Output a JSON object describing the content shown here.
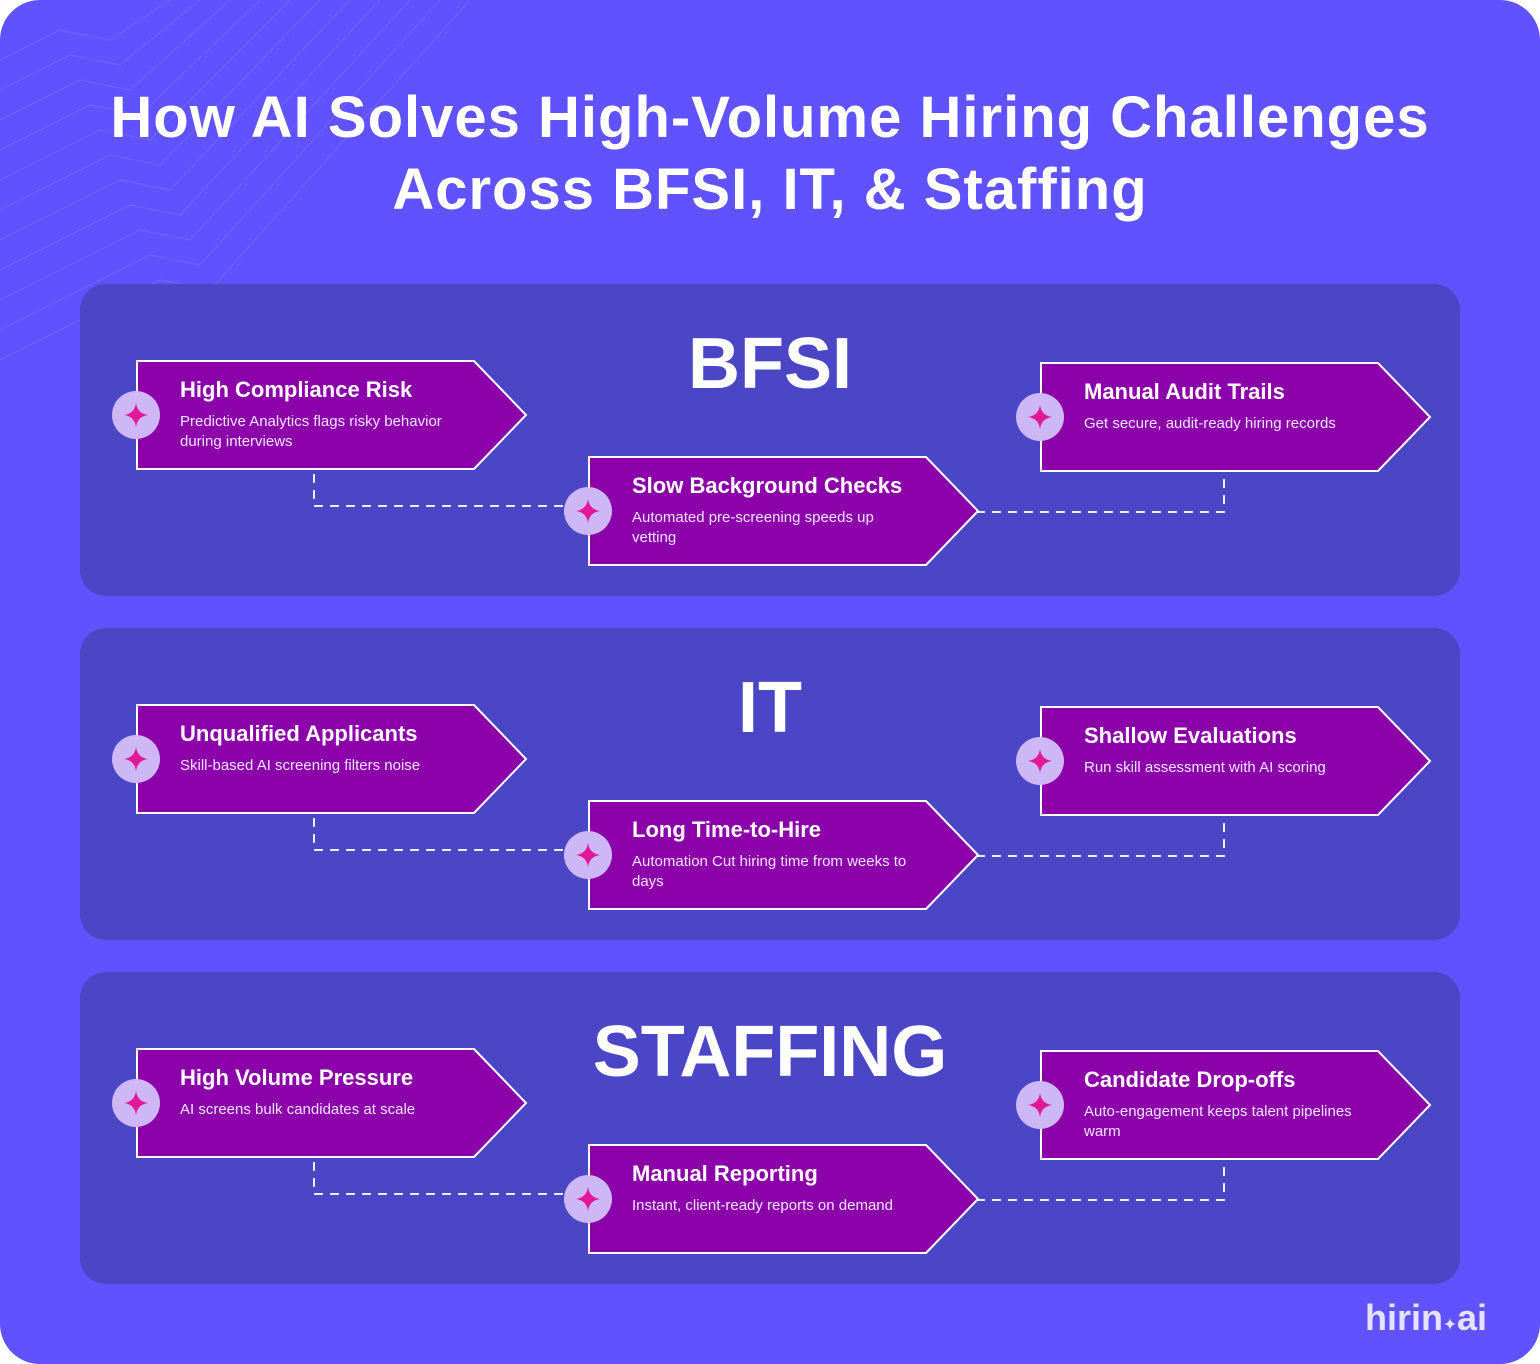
{
  "title": {
    "line1_pre": "How ",
    "line1_bold": "AI Solves",
    "line1_post": " High-Volume Hiring Challenges",
    "line2": "Across BFSI, IT, & Staffing"
  },
  "colors": {
    "background": "#6052fe",
    "panel": "#4b46c6",
    "card_fill": "#8b00a8",
    "badge": "#cdb8f5",
    "star": "#e0189a"
  },
  "sections": [
    {
      "name": "BFSI",
      "cards": [
        {
          "title": "High Compliance Risk",
          "desc": "Predictive Analytics flags risky behavior during interviews",
          "icon": "sparkle-icon"
        },
        {
          "title": "Slow Background Checks",
          "desc": "Automated pre-screening speeds up vetting",
          "icon": "sparkle-icon"
        },
        {
          "title": "Manual Audit Trails",
          "desc": "Get secure, audit-ready hiring records",
          "icon": "sparkle-icon"
        }
      ]
    },
    {
      "name": "IT",
      "cards": [
        {
          "title": "Unqualified Applicants",
          "desc": "Skill-based AI screening filters noise",
          "icon": "sparkle-icon"
        },
        {
          "title": "Long Time-to-Hire",
          "desc": "Automation Cut hiring time from weeks to days",
          "icon": "sparkle-icon"
        },
        {
          "title": "Shallow Evaluations",
          "desc": "Run skill assessment with AI scoring",
          "icon": "sparkle-icon"
        }
      ]
    },
    {
      "name": "STAFFING",
      "cards": [
        {
          "title": "High Volume Pressure",
          "desc": "AI screens bulk candidates at scale",
          "icon": "sparkle-icon"
        },
        {
          "title": "Manual Reporting",
          "desc": "Instant, client-ready reports on demand",
          "icon": "sparkle-icon"
        },
        {
          "title": "Candidate Drop-offs",
          "desc": "Auto-engagement keeps talent pipelines warm",
          "icon": "sparkle-icon"
        }
      ]
    }
  ],
  "logo": {
    "text_pre": "hirin",
    "text_post": "ai",
    "icon": "sparkle-icon"
  }
}
